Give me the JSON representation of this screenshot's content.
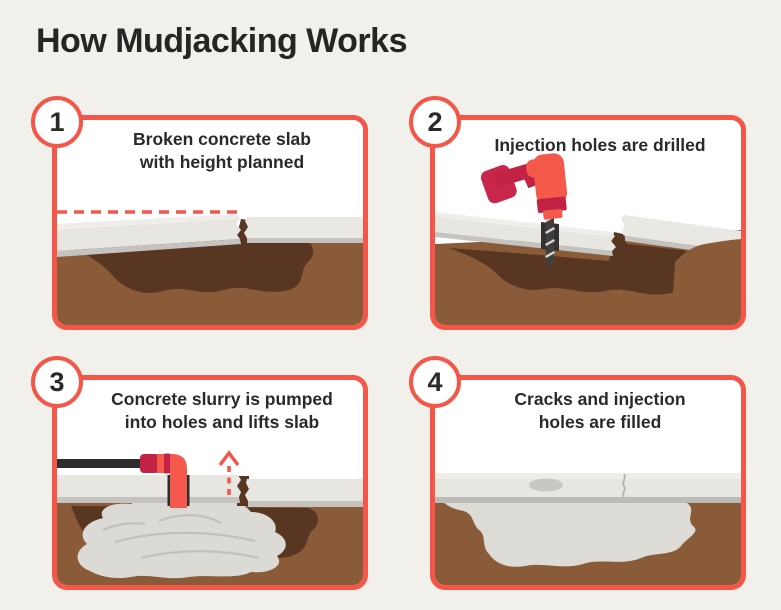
{
  "title": "How Mudjacking Works",
  "panels": [
    {
      "number": "1",
      "caption": "Broken concrete slab with height planned"
    },
    {
      "number": "2",
      "caption": "Injection holes are drilled"
    },
    {
      "number": "3",
      "caption": "Concrete slurry is pumped into holes and lifts slab"
    },
    {
      "number": "4",
      "caption": "Cracks and injection holes are filled"
    }
  ],
  "icons": [
    "target-height-dashed-line-icon",
    "drill-icon",
    "hose-icon",
    "injection-pipe-icon",
    "lift-arrow-icon"
  ],
  "colors": {
    "background": "#f2f0ea",
    "accent_red": "#f4574a",
    "crimson": "#c22345",
    "coral": "#f5594b",
    "panel_bg": "#ffffff",
    "text": "#2b2a28",
    "soil_brown": "#8a5b39",
    "void_brown": "#583622",
    "slab_gray": "#e8e6e1",
    "slab_edge_gray": "#c5c3bf",
    "slurry_gray": "#dddbd5",
    "hose_black": "#2e2d2b"
  }
}
